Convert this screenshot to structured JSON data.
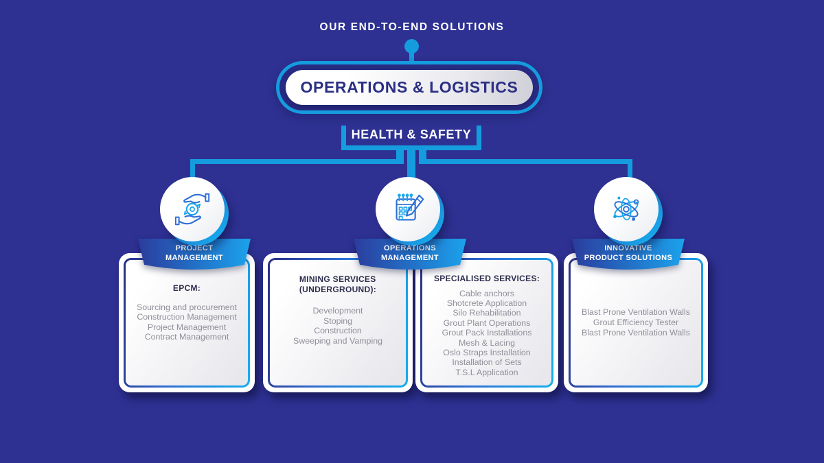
{
  "title": "OUR END-TO-END SOLUTIONS",
  "hierarchy": {
    "root_label": "OPERATIONS & LOGISTICS",
    "secondary_label": "HEALTH & SAFETY"
  },
  "branches": [
    {
      "label": "PROJECT\nMANAGEMENT",
      "icon": "hands-sync-icon"
    },
    {
      "label": "OPERATIONS\nMANAGEMENT",
      "icon": "calendar-pen-icon"
    },
    {
      "label": "INNOVATIVE\nPRODUCT SOLUTIONS",
      "icon": "atom-icon"
    }
  ],
  "cards": [
    {
      "heading": "EPCM:",
      "items": [
        "Sourcing and procurement",
        "Construction Management",
        "Project Management",
        "Contract Management"
      ]
    },
    {
      "heading": "MINING SERVICES\n(UNDERGROUND):",
      "items": [
        "Development",
        "Stoping",
        "Construction",
        "Sweeping and Vamping"
      ]
    },
    {
      "heading": "SPECIALISED SERVICES:",
      "items": [
        "Cable anchors",
        "Shotcrete Application",
        "Silo Rehabilitation",
        "Grout Plant Operations",
        "Grout Pack Installations",
        "Mesh & Lacing",
        "Oslo Straps Installation",
        "Installation of Sets",
        "T.S.L Application"
      ]
    },
    {
      "heading": "",
      "items": [
        "Blast Prone Ventilation Walls",
        "Grout Efficiency Tester",
        "Blast Prone Ventilation Walls"
      ]
    }
  ],
  "colors": {
    "background": "#2E3192",
    "accent_blue": "#149CDE",
    "deep_navy": "#2B2F84",
    "banner_gradient_start": "#2B3C9E",
    "banner_gradient_end": "#1BA2EC",
    "card_text_gray": "#8F8F99"
  }
}
